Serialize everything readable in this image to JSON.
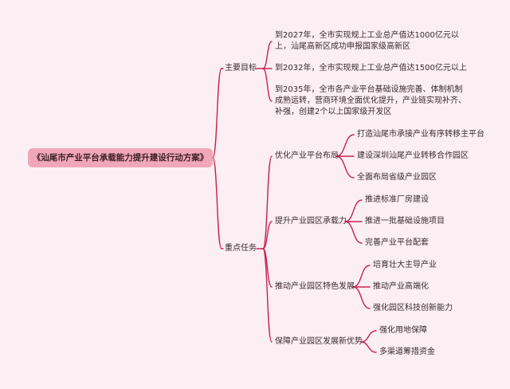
{
  "root": "《汕尾市产业平台承载能力提升建设行动方案》",
  "branches": [
    {
      "label": "主要目标",
      "items": [
        "到2027年，全市实现规上工业总产值达1000亿元以上，汕尾高新区成功申报国家级高新区",
        "到2032年，全市实现规上工业总产值达1500亿元以上",
        "到2035年，全市各产业平台基础设施完善、体制机制成熟运转，营商环境全面优化提升，产业链实现补齐、补强，创建2个以上国家级开发区"
      ]
    },
    {
      "label": "重点任务",
      "groups": [
        {
          "label": "优化产业平台布局",
          "items": [
            "打造汕尾市承接产业有序转移主平台",
            "建设深圳汕尾产业转移合作园区",
            "全面布局省级产业园区"
          ]
        },
        {
          "label": "提升产业园区承载力",
          "items": [
            "推进标准厂房建设",
            "推进一批基础设施项目",
            "完善产业平台配套"
          ]
        },
        {
          "label": "推动产业园区特色发展",
          "items": [
            "培育壮大主导产业",
            "推动产业高端化",
            "强化园区科技创新能力"
          ]
        },
        {
          "label": "保障产业园区发展新优势",
          "items": [
            "强化用地保障",
            "多渠道筹措资金"
          ]
        }
      ]
    }
  ],
  "colors": {
    "line": "#c8234f",
    "root_bg": "#f0a7b7",
    "background": "#fbeff3"
  }
}
